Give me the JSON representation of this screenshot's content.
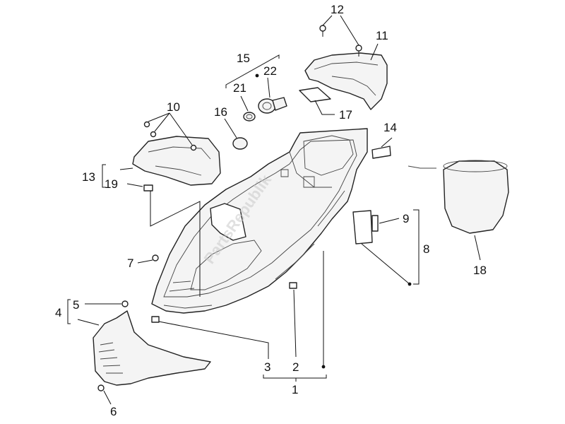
{
  "callouts": [
    {
      "id": "c1",
      "text": "1"
    },
    {
      "id": "c2",
      "text": "2"
    },
    {
      "id": "c3",
      "text": "3"
    },
    {
      "id": "c4",
      "text": "4"
    },
    {
      "id": "c5",
      "text": "5"
    },
    {
      "id": "c6",
      "text": "6"
    },
    {
      "id": "c7",
      "text": "7"
    },
    {
      "id": "c8",
      "text": "8"
    },
    {
      "id": "c9",
      "text": "9"
    },
    {
      "id": "c10",
      "text": "10"
    },
    {
      "id": "c11",
      "text": "11"
    },
    {
      "id": "c12",
      "text": "12"
    },
    {
      "id": "c13",
      "text": "13"
    },
    {
      "id": "c14",
      "text": "14"
    },
    {
      "id": "c15",
      "text": "15"
    },
    {
      "id": "c16",
      "text": "16"
    },
    {
      "id": "c17",
      "text": "17"
    },
    {
      "id": "c18",
      "text": "18"
    },
    {
      "id": "c19",
      "text": "19"
    },
    {
      "id": "c21",
      "text": "21"
    },
    {
      "id": "c22",
      "text": "22"
    }
  ],
  "watermark": "PartsRepublik"
}
